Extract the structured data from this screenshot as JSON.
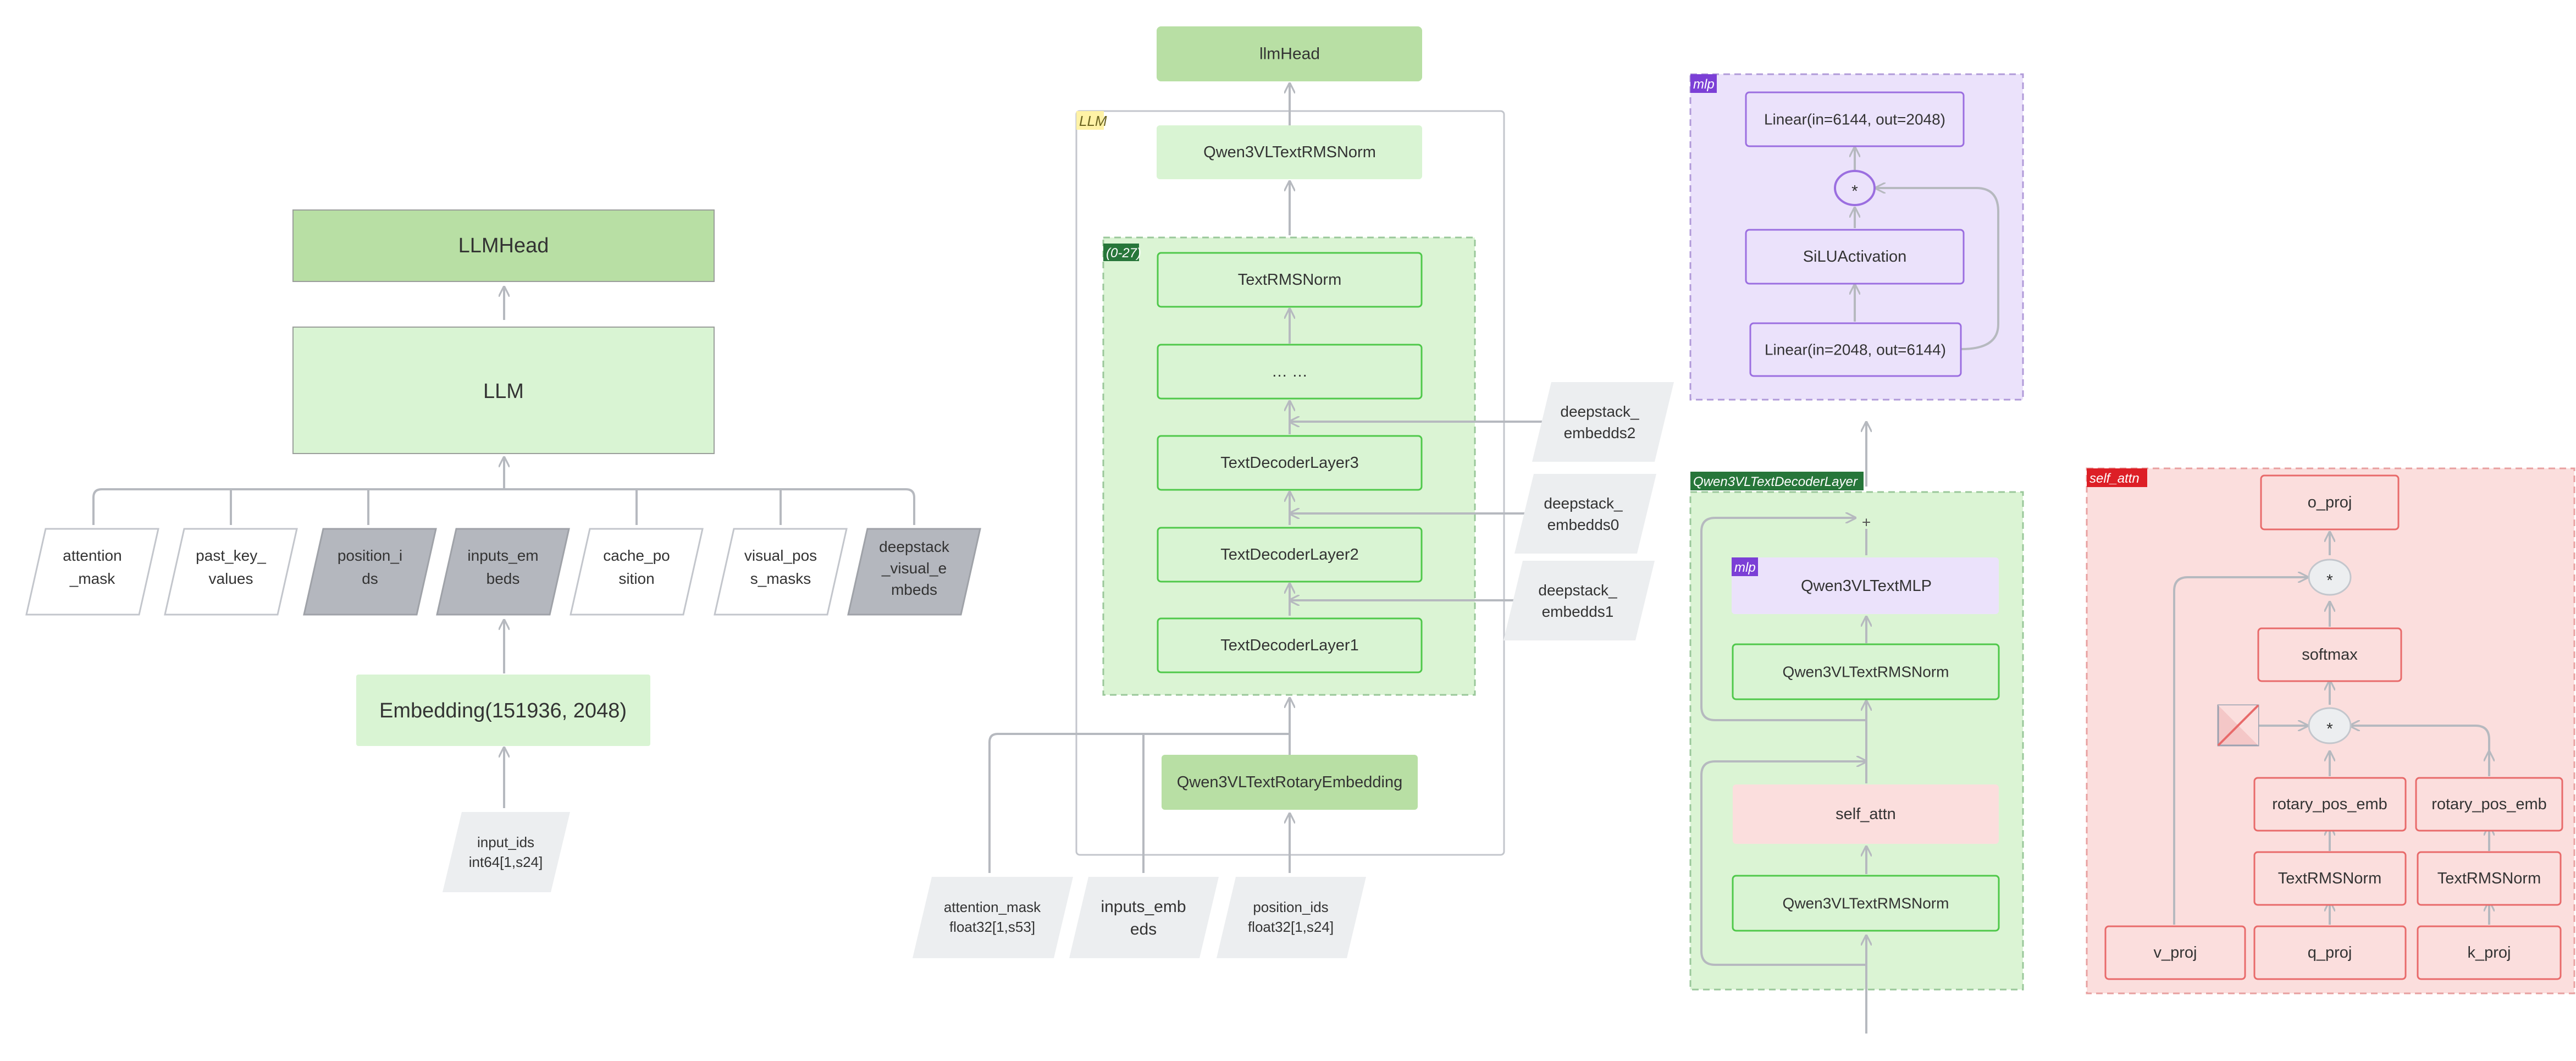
{
  "overview": {
    "llmhead": "LLMHead",
    "llm": "LLM",
    "inputs": [
      [
        "attention",
        "_mask"
      ],
      [
        "past_key_",
        "values"
      ],
      [
        "position_i",
        "ds"
      ],
      [
        "inputs_em",
        "beds"
      ],
      [
        "cache_po",
        "sition"
      ],
      [
        "visual_pos",
        "s_masks"
      ],
      [
        "deepstack",
        "_visual_e",
        "mbeds"
      ]
    ],
    "embedding": "Embedding(151936, 2048)",
    "input_ids": [
      "input_ids",
      "int64[1,s24]"
    ]
  },
  "llm_detail": {
    "head": "llmHead",
    "tag": "LLM",
    "final_norm": "Qwen3VLTextRMSNorm",
    "layers_tag": "(0-27)",
    "layers": [
      "TextRMSNorm",
      "… …",
      "TextDecoderLayer3",
      "TextDecoderLayer2",
      "TextDecoderLayer1"
    ],
    "rotary": "Qwen3VLTextRotaryEmbedding",
    "deepstack": [
      [
        "deepstack_",
        "embedds2"
      ],
      [
        "deepstack_",
        "embedds0"
      ],
      [
        "deepstack_",
        "embedds1"
      ]
    ],
    "inputs": [
      [
        "attention_mask",
        "float32[1,s53]"
      ],
      [
        "inputs_emb",
        "eds"
      ],
      [
        "position_ids",
        "float32[1,s24]"
      ]
    ]
  },
  "mlp": {
    "tag": "mlp",
    "down": "Linear(in=6144, out=2048)",
    "mul": "*",
    "act": "SiLUActivation",
    "up": "Linear(in=2048, out=6144)"
  },
  "decoder": {
    "tag": "Qwen3VLTextDecoderLayer",
    "plus": "+",
    "mlp_tag": "mlp",
    "mlp": "Qwen3VLTextMLP",
    "norm2": "Qwen3VLTextRMSNorm",
    "attn": "self_attn",
    "norm1": "Qwen3VLTextRMSNorm"
  },
  "attn": {
    "tag": "self_attn",
    "o_proj": "o_proj",
    "mul": "*",
    "softmax": "softmax",
    "rope_q": "rotary_pos_emb",
    "rope_k": "rotary_pos_emb",
    "norm_q": "TextRMSNorm",
    "norm_k": "TextRMSNorm",
    "v_proj": "v_proj",
    "q_proj": "q_proj",
    "k_proj": "k_proj"
  },
  "colors": {
    "green_node": "#b8dfa4",
    "green_light": "#d9f4d3",
    "green_area": "#dbf4d4",
    "green_border": "#4fc84a",
    "gray_node": "#b4b7be",
    "gray_light": "#eceef0",
    "purple_area": "#ebe2fb",
    "purple": "#9b6ee0",
    "pink_area": "#fbdedd",
    "pink": "#e86a6a",
    "line": "#b6b9bf"
  }
}
